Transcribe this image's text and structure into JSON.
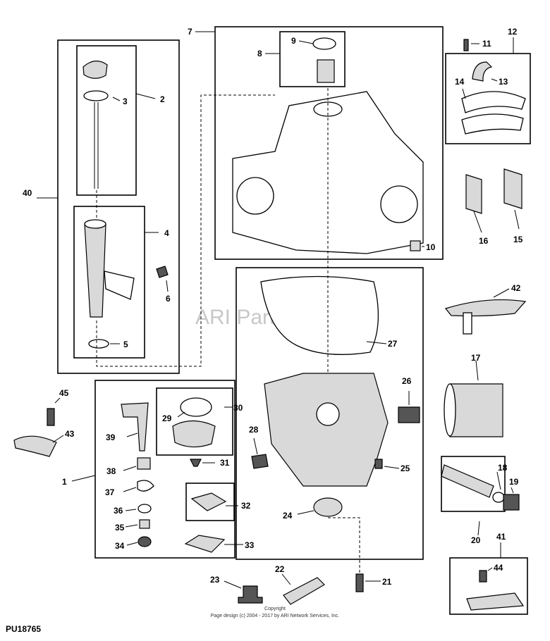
{
  "watermark": {
    "text": "ARI PartStream",
    "mark": "TM"
  },
  "copyright": {
    "line1": "Copyright",
    "line2": "Page design (c) 2004 - 2017 by ARI Network Services, Inc."
  },
  "figure_ref": "PU18765",
  "callouts": {
    "c1": "1",
    "c2": "2",
    "c3": "3",
    "c4": "4",
    "c5": "5",
    "c6": "6",
    "c7": "7",
    "c8": "8",
    "c9": "9",
    "c10": "10",
    "c11": "11",
    "c12": "12",
    "c13": "13",
    "c14": "14",
    "c15": "15",
    "c16": "16",
    "c17": "17",
    "c18": "18",
    "c19": "19",
    "c20": "20",
    "c21": "21",
    "c22": "22",
    "c23": "23",
    "c24": "24",
    "c25": "25",
    "c26": "26",
    "c27": "27",
    "c28": "28",
    "c29": "29",
    "c30": "30",
    "c31": "31",
    "c32": "32",
    "c33": "33",
    "c34": "34",
    "c35": "35",
    "c36": "36",
    "c37": "37",
    "c38": "38",
    "c39": "39",
    "c40": "40",
    "c41": "41",
    "c42": "42",
    "c43": "43",
    "c44": "44",
    "c45": "45"
  }
}
